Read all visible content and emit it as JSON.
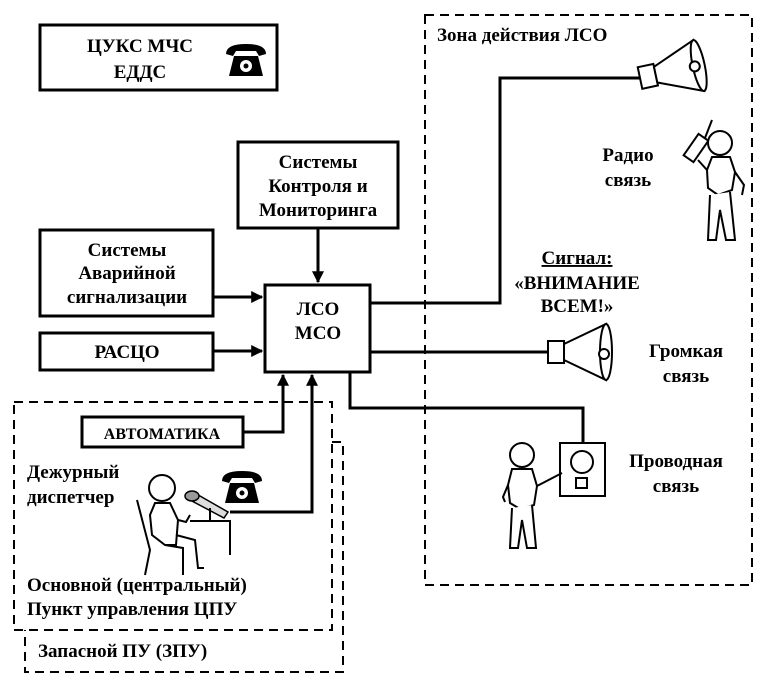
{
  "diagram": {
    "cuks": {
      "line1": "ЦУКС МЧС",
      "line2": "ЕДДС"
    },
    "monitoring": {
      "line1": "Системы",
      "line2": "Контроля и",
      "line3": "Мониторинга"
    },
    "alarm": {
      "line1": "Системы",
      "line2": "Аварийной",
      "line3": "сигнализации"
    },
    "rasco": {
      "label": "РАСЦО"
    },
    "lso": {
      "line1": "ЛСО",
      "line2": "МСО"
    },
    "automation": {
      "label": "АВТОМАТИКА"
    },
    "dispatcher": {
      "line1": "Дежурный",
      "line2": "диспетчер"
    },
    "cpu": {
      "line1": "Основной (центральный)",
      "line2": "Пункт управления ЦПУ"
    },
    "zpu": {
      "label": "Запасной ПУ (ЗПУ)"
    },
    "zone": {
      "title": "Зона действия ЛСО",
      "radio": {
        "line1": "Радио",
        "line2": "связь"
      },
      "signal": {
        "label": "Сигнал:",
        "line1": "«ВНИМАНИЕ",
        "line2": "ВСЕМ!»"
      },
      "loud": {
        "line1": "Громкая",
        "line2": "связь"
      },
      "wired": {
        "line1": "Проводная",
        "line2": "связь"
      }
    },
    "icons": [
      "telephone-icon",
      "loudspeaker-icon",
      "radio-operator-icon",
      "microphone-icon",
      "wall-panel-icon",
      "person-icon"
    ]
  }
}
